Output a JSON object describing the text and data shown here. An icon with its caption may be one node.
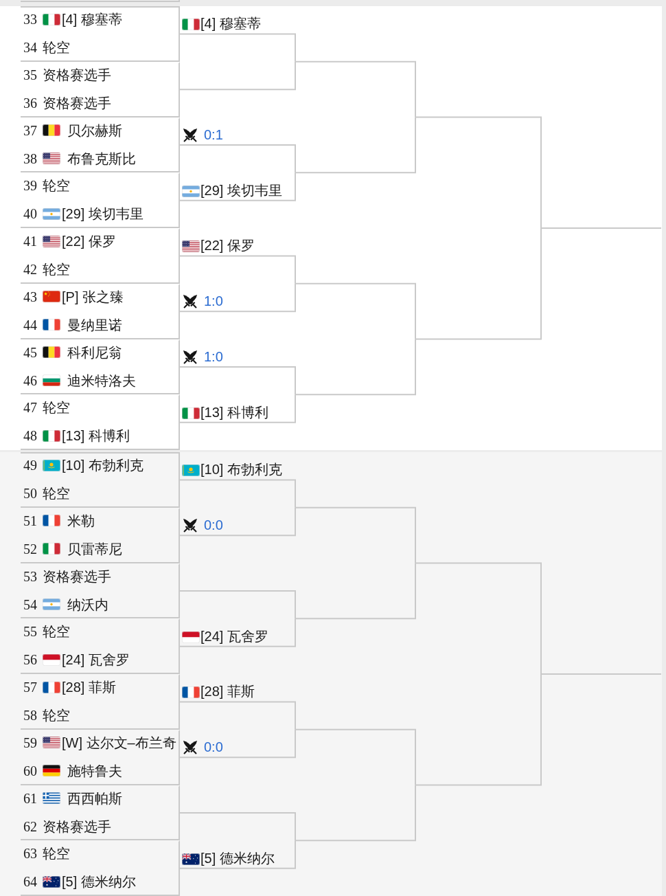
{
  "diagram": {
    "nodes": [
      {
        "text": [],
        "shape": "box"
      },
      {
        "text": [
          "33",
          "[4] 穆塞蒂",
          "34",
          "轮空"
        ],
        "in": 0
      },
      {
        "text": [
          "35",
          "资格赛选手",
          "36",
          "资格赛选手"
        ],
        "in": 0
      },
      {
        "text": [
          "37",
          "贝尔赫斯",
          "38",
          "布鲁克斯比"
        ],
        "in": 0
      },
      {
        "text": [
          "39",
          "轮空",
          "40",
          "[29] 埃切韦里"
        ],
        "in": 0
      },
      {
        "text": [
          "41",
          "[22] 保罗",
          "42",
          "轮空"
        ],
        "in": 0
      },
      {
        "text": [
          "43",
          "[P] 张之臻",
          "44",
          "曼纳里诺"
        ],
        "in": 0
      },
      {
        "text": [
          "45",
          "科利尼翁",
          "46",
          "迪米特洛夫"
        ],
        "in": 0
      },
      {
        "text": [
          "47",
          "轮空",
          "48",
          "[13] 科博利"
        ],
        "in": 0
      },
      {
        "text": [],
        "shape": "box"
      },
      {
        "text": [
          "49",
          "[10] 布勃利克",
          "50",
          "轮空"
        ],
        "in": 9
      },
      {
        "text": [
          "51",
          "米勒",
          "52",
          "贝雷蒂尼"
        ],
        "in": 9
      },
      {
        "text": [
          "53",
          "资格赛选手",
          "54",
          "纳沃内"
        ],
        "in": 9
      },
      {
        "text": [
          "55",
          "轮空",
          "56",
          "[24] 瓦舍罗"
        ],
        "in": 9
      },
      {
        "text": [
          "57",
          "[28] 菲斯",
          "58",
          "轮空"
        ],
        "in": 9
      },
      {
        "text": [
          "59",
          "[W] 达尔文–布兰奇",
          "60",
          "施特鲁夫"
        ],
        "in": 9
      },
      {
        "text": [
          "61",
          "西西帕斯",
          "62",
          "资格赛选手"
        ],
        "in": 9
      },
      {
        "text": [
          "63",
          "轮空",
          "64",
          "[5] 德米纳尔"
        ],
        "in": 9
      }
    ],
    "edges": [
      {
        "from": 1,
        "to": null,
        "arrow": "none",
        "label": "[4] 穆塞蒂"
      },
      {
        "from": 2,
        "to": null,
        "arrow": "none"
      },
      {
        "from": 3,
        "to": null,
        "arrow": "none",
        "label": "0:1"
      },
      {
        "from": 4,
        "to": null,
        "arrow": "none",
        "label": "[29] 埃切韦里"
      },
      {
        "from": 5,
        "to": null,
        "arrow": "none",
        "label": "[22] 保罗"
      },
      {
        "from": 6,
        "to": null,
        "arrow": "none",
        "label": "1:0"
      },
      {
        "from": 7,
        "to": null,
        "arrow": "none",
        "label": "1:0"
      },
      {
        "from": 8,
        "to": null,
        "arrow": "none",
        "label": "[13] 科博利"
      },
      {
        "from": 10,
        "to": null,
        "arrow": "none",
        "label": "[10] 布勃利克"
      },
      {
        "from": 11,
        "to": null,
        "arrow": "none",
        "label": "0:0"
      },
      {
        "from": 12,
        "to": null,
        "arrow": "none"
      },
      {
        "from": 13,
        "to": null,
        "arrow": "none",
        "label": "[24] 瓦舍罗"
      },
      {
        "from": 14,
        "to": null,
        "arrow": "none",
        "label": "[28] 菲斯"
      },
      {
        "from": 15,
        "to": null,
        "arrow": "none",
        "label": "0:0"
      },
      {
        "from": 16,
        "to": null,
        "arrow": "none"
      },
      {
        "from": 17,
        "to": null,
        "arrow": "none",
        "label": "[5] 德米纳尔"
      }
    ]
  }
}
